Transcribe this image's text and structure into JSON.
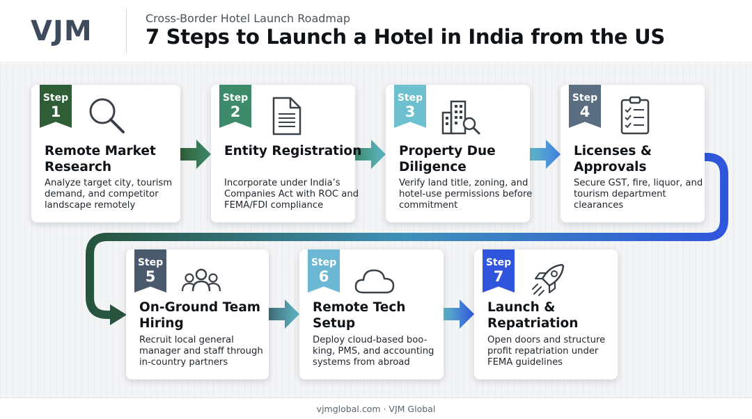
{
  "header": {
    "logo": "VJM",
    "subtitle": "Cross-Border Hotel Launch Roadmap",
    "title": "7 Steps to Launch a Hotel in India from the US"
  },
  "steps": [
    {
      "badge_word": "Step",
      "number": "1",
      "title": "Remote Market Research",
      "description": "Analyze target city, tourism demand, and competitor landscape remotely",
      "icon": "magnifier-icon",
      "color": "#2f5e36"
    },
    {
      "badge_word": "Step",
      "number": "2",
      "title": "Entity Registration",
      "description": "Incorporate under India’s Companies Act with ROC and FEMA/FDI compliance",
      "icon": "document-icon",
      "color": "#3e8b6c"
    },
    {
      "badge_word": "Step",
      "number": "3",
      "title": "Property Due Diligence",
      "description": "Verify land title, zoning, and hotel-use permissions before commitment",
      "icon": "building-search-icon",
      "color": "#6cc0d0"
    },
    {
      "badge_word": "Step",
      "number": "4",
      "title": "Licenses & Approvals",
      "description": "Secure GST, fire, liquor, and tourism department clearances",
      "icon": "checklist-icon",
      "color": "#5b6d80"
    },
    {
      "badge_word": "Step",
      "number": "5",
      "title": "On-Ground Team Hiring",
      "description": "Recruit local general manager and staff through in-country partners",
      "icon": "team-icon",
      "color": "#4a5a6c"
    },
    {
      "badge_word": "Step",
      "number": "6",
      "title": "Remote Tech Setup",
      "description": "Deploy cloud-based boo-king, PMS, and accounting systems from abroad",
      "icon": "cloud-icon",
      "color": "#6cb8d4"
    },
    {
      "badge_word": "Step",
      "number": "7",
      "title": "Launch & Repatriation",
      "description": "Open doors and structure profit repatriation under FEMA guidelines",
      "icon": "rocket-icon",
      "color": "#2f55dc"
    }
  ],
  "footer": {
    "text": "vjmglobal.com · VJM Global"
  }
}
